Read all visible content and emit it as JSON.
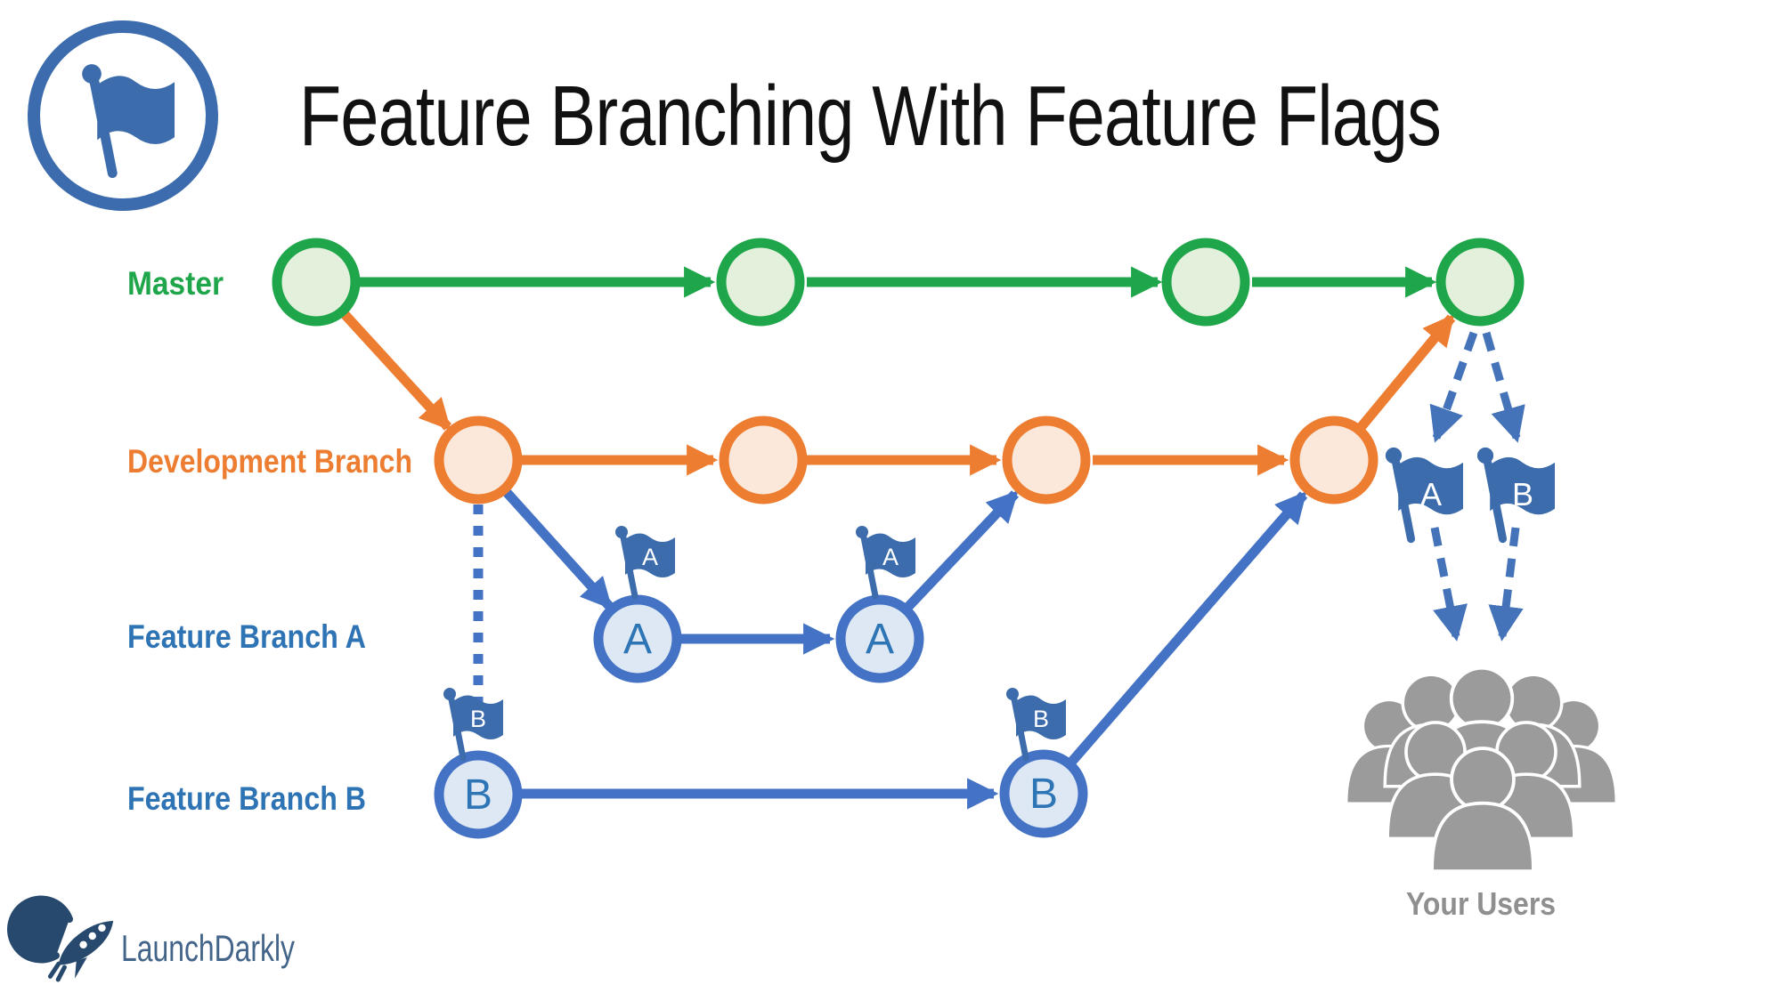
{
  "title": "Feature Branching With Feature Flags",
  "labels": {
    "master": "Master",
    "development": "Development Branch",
    "feature_a": "Feature Branch A",
    "feature_b": "Feature Branch B",
    "your_users": "Your Users"
  },
  "commits": {
    "feature_a_letter": "A",
    "feature_b_letter": "B"
  },
  "flags": {
    "a": "A",
    "b": "B"
  },
  "diagram": {
    "master_commits": 4,
    "development_commits": 4,
    "feature_a_commits": 2,
    "feature_b_commits": 2,
    "users_shown": 8
  },
  "logo": {
    "name": "LaunchDarkly"
  },
  "colors": {
    "master_green": "#1FA64B",
    "master_fill": "#E3F0DC",
    "development_orange": "#ED7D31",
    "development_fill": "#FCE8DA",
    "feature_blue": "#4472C4",
    "feature_fill": "#DDE8F4",
    "feature_letter": "#2E75B6",
    "flag_blue": "#3D6CAC",
    "dashed_blue": "#4573B9",
    "label_blue": "#2E74B5",
    "users_gray": "#9B9B9B",
    "users_label_gray": "#8F8F8F",
    "icon_blue": "#3C6CAD",
    "logo_dark_blue": "#27496D",
    "logo_text_blue": "#44658A"
  }
}
